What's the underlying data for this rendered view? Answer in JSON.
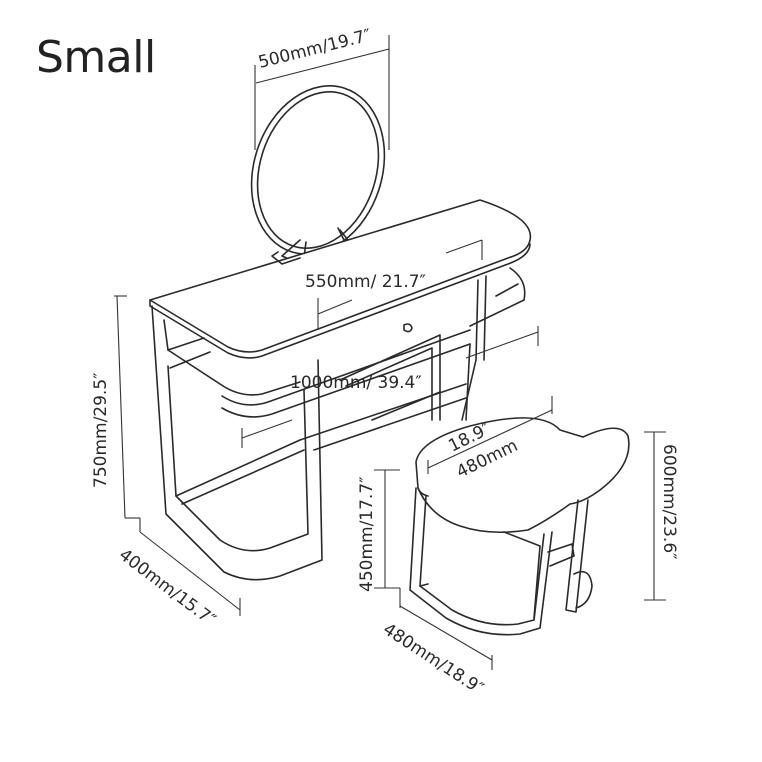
{
  "title": "Small",
  "colors": {
    "background": "#ffffff",
    "line": "#2a2a2a",
    "text": "#222222"
  },
  "dimensions": {
    "mirror_diameter": "500mm/19.7″",
    "desk_depth": "550mm/ 21.7″",
    "desk_width": "1000mm/ 39.4″",
    "desk_height": "750mm/29.5″",
    "desk_side_depth": "400mm/15.7″",
    "stool_width_in": "18.9″",
    "stool_width_mm": "480mm",
    "stool_seat_height": "450mm/17.7″",
    "stool_total_height": "600mm/23.6″",
    "stool_depth": "480mm/18.9″"
  }
}
